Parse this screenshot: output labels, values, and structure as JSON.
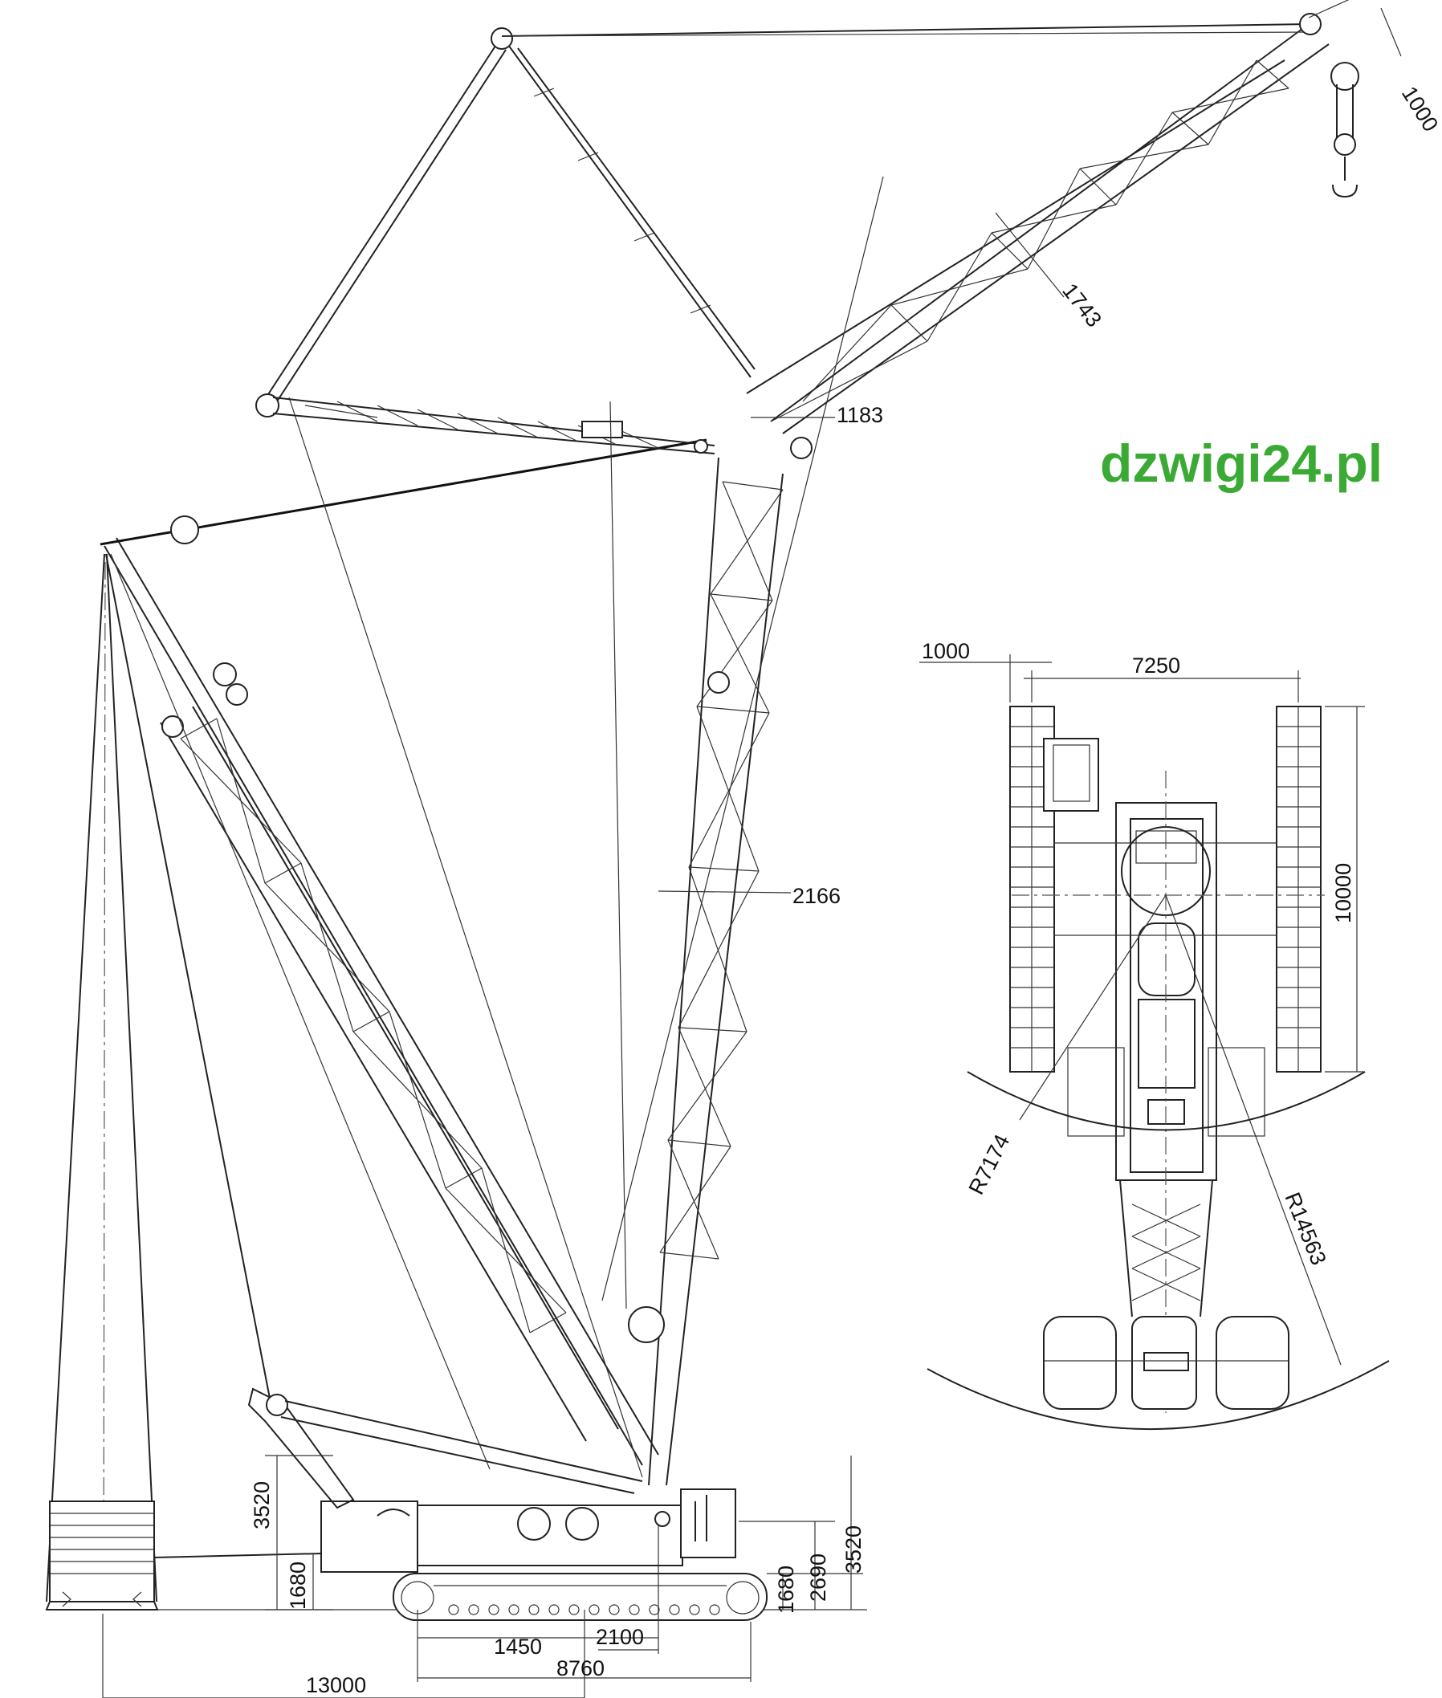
{
  "watermark": {
    "text": "dzwigi24.pl",
    "color": "#3aaa35"
  },
  "side_view": {
    "dimensions": {
      "hook_block_offset": "1000",
      "main_boom_width": "1743",
      "jib_pivot_offset": "1183",
      "mast_width": "2166",
      "counterweight_height": "3520",
      "counterweight_ground_clearance": "1680",
      "carbody_height": "1680",
      "slewing_platform_height": "2690",
      "total_base_height": "3520",
      "rotation_center_offset": "1450",
      "mast_pivot_offset": "2100",
      "crawler_length": "8760",
      "counterweight_radius": "13000"
    }
  },
  "top_view": {
    "dimensions": {
      "track_width": "1000",
      "track_gauge": "7250",
      "track_length": "10000",
      "inner_radius": "R7174",
      "outer_radius": "R14563"
    }
  }
}
